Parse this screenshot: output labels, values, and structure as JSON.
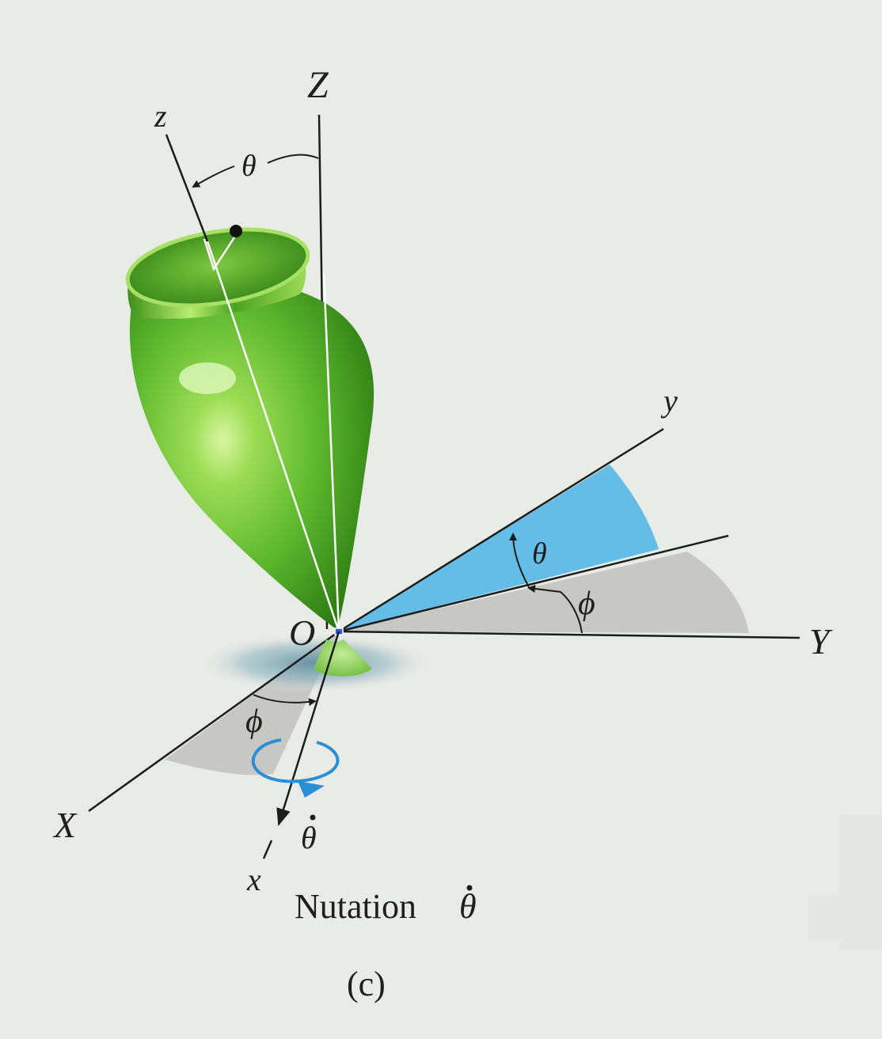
{
  "labels": {
    "Z": "Z",
    "z": "z",
    "theta_top": "θ",
    "O": "O",
    "y": "y",
    "Y": "Y",
    "X": "X",
    "x": "x",
    "theta_blue": "θ",
    "phi_right": "ϕ",
    "phi_left": "ϕ",
    "theta_dot": "θ",
    "caption_word": "Nutation",
    "caption_symbol": "θ",
    "figure_tag": "(c)"
  },
  "colors": {
    "top_body": "#5db92e",
    "top_highlight": "#c9f08a",
    "top_shadow": "#2f7d14",
    "theta_sector": "#62bde8",
    "phi_sector": "#c6c7c4",
    "shadow": "#6a98a8",
    "arrow_blue": "#2b8fd6",
    "line": "#1c1c1c",
    "background": "#e9ebe6"
  }
}
